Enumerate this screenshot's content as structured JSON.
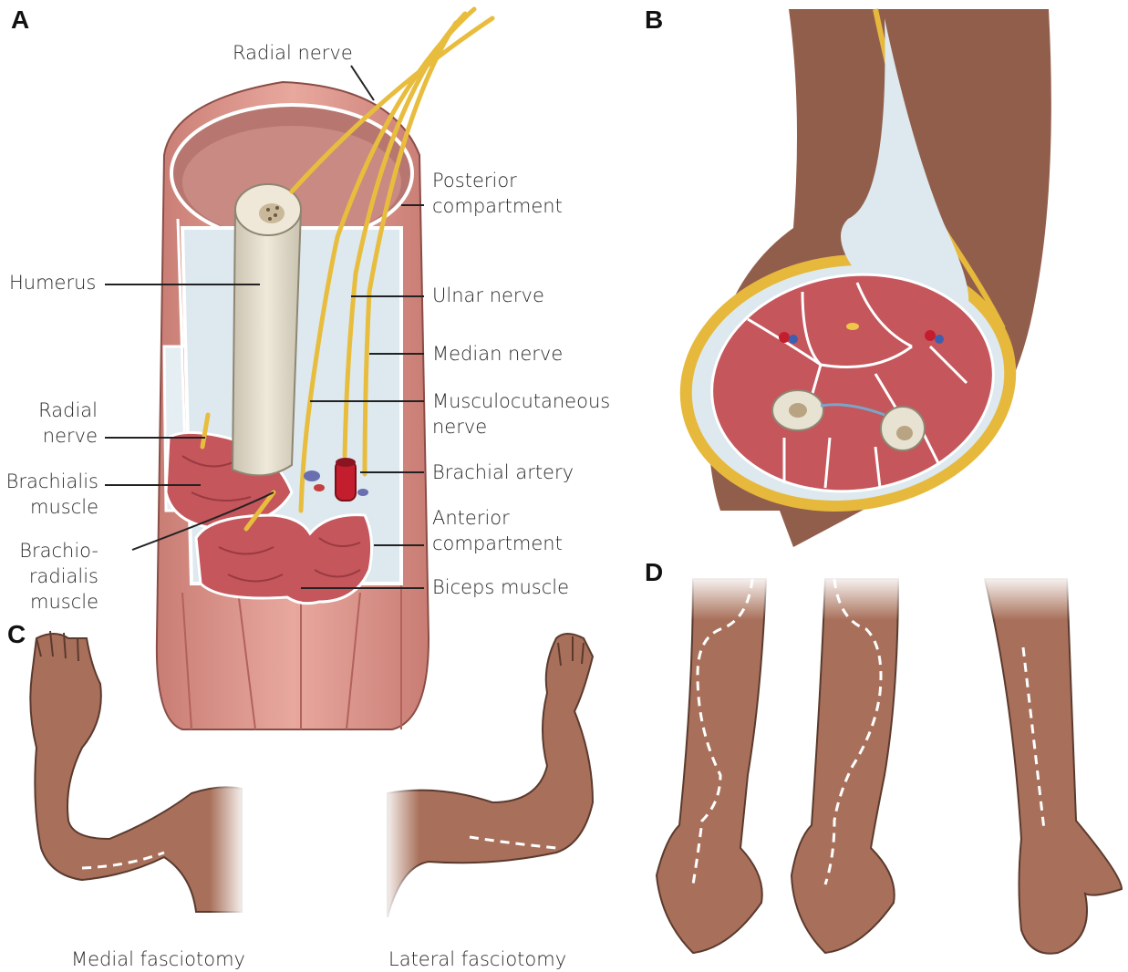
{
  "panels": {
    "a": "A",
    "b": "B",
    "c": "C",
    "d": "D"
  },
  "labels": {
    "radial_nerve_top": "Radial nerve",
    "posterior_compartment": [
      "Posterior",
      "compartment"
    ],
    "humerus": "Humerus",
    "ulnar_nerve": "Ulnar nerve",
    "median_nerve": "Median nerve",
    "musculocutaneous_nerve": [
      "Musculocutaneous",
      "nerve"
    ],
    "radial_nerve_left": [
      "Radial",
      "nerve"
    ],
    "brachialis_muscle": [
      "Brachialis",
      "muscle"
    ],
    "brachial_artery": "Brachial artery",
    "anterior_compartment": [
      "Anterior",
      "compartment"
    ],
    "brachioradialis_muscle": [
      "Brachio-",
      "radialis",
      "muscle"
    ],
    "biceps_muscle": "Biceps muscle"
  },
  "captions": {
    "medial": "Medial fasciotomy",
    "lateral": "Lateral fasciotomy"
  },
  "colors": {
    "skin": "#a8705a",
    "skin_dark": "#6b4a3c",
    "muscle": "#c2545a",
    "muscle_light": "#d77078",
    "fascia": "#dbe8ef",
    "bone": "#e8e2d2",
    "nerve": "#f0c64a",
    "artery": "#c41e2e",
    "fat": "#e6b93c",
    "incision": "#ffffff"
  }
}
